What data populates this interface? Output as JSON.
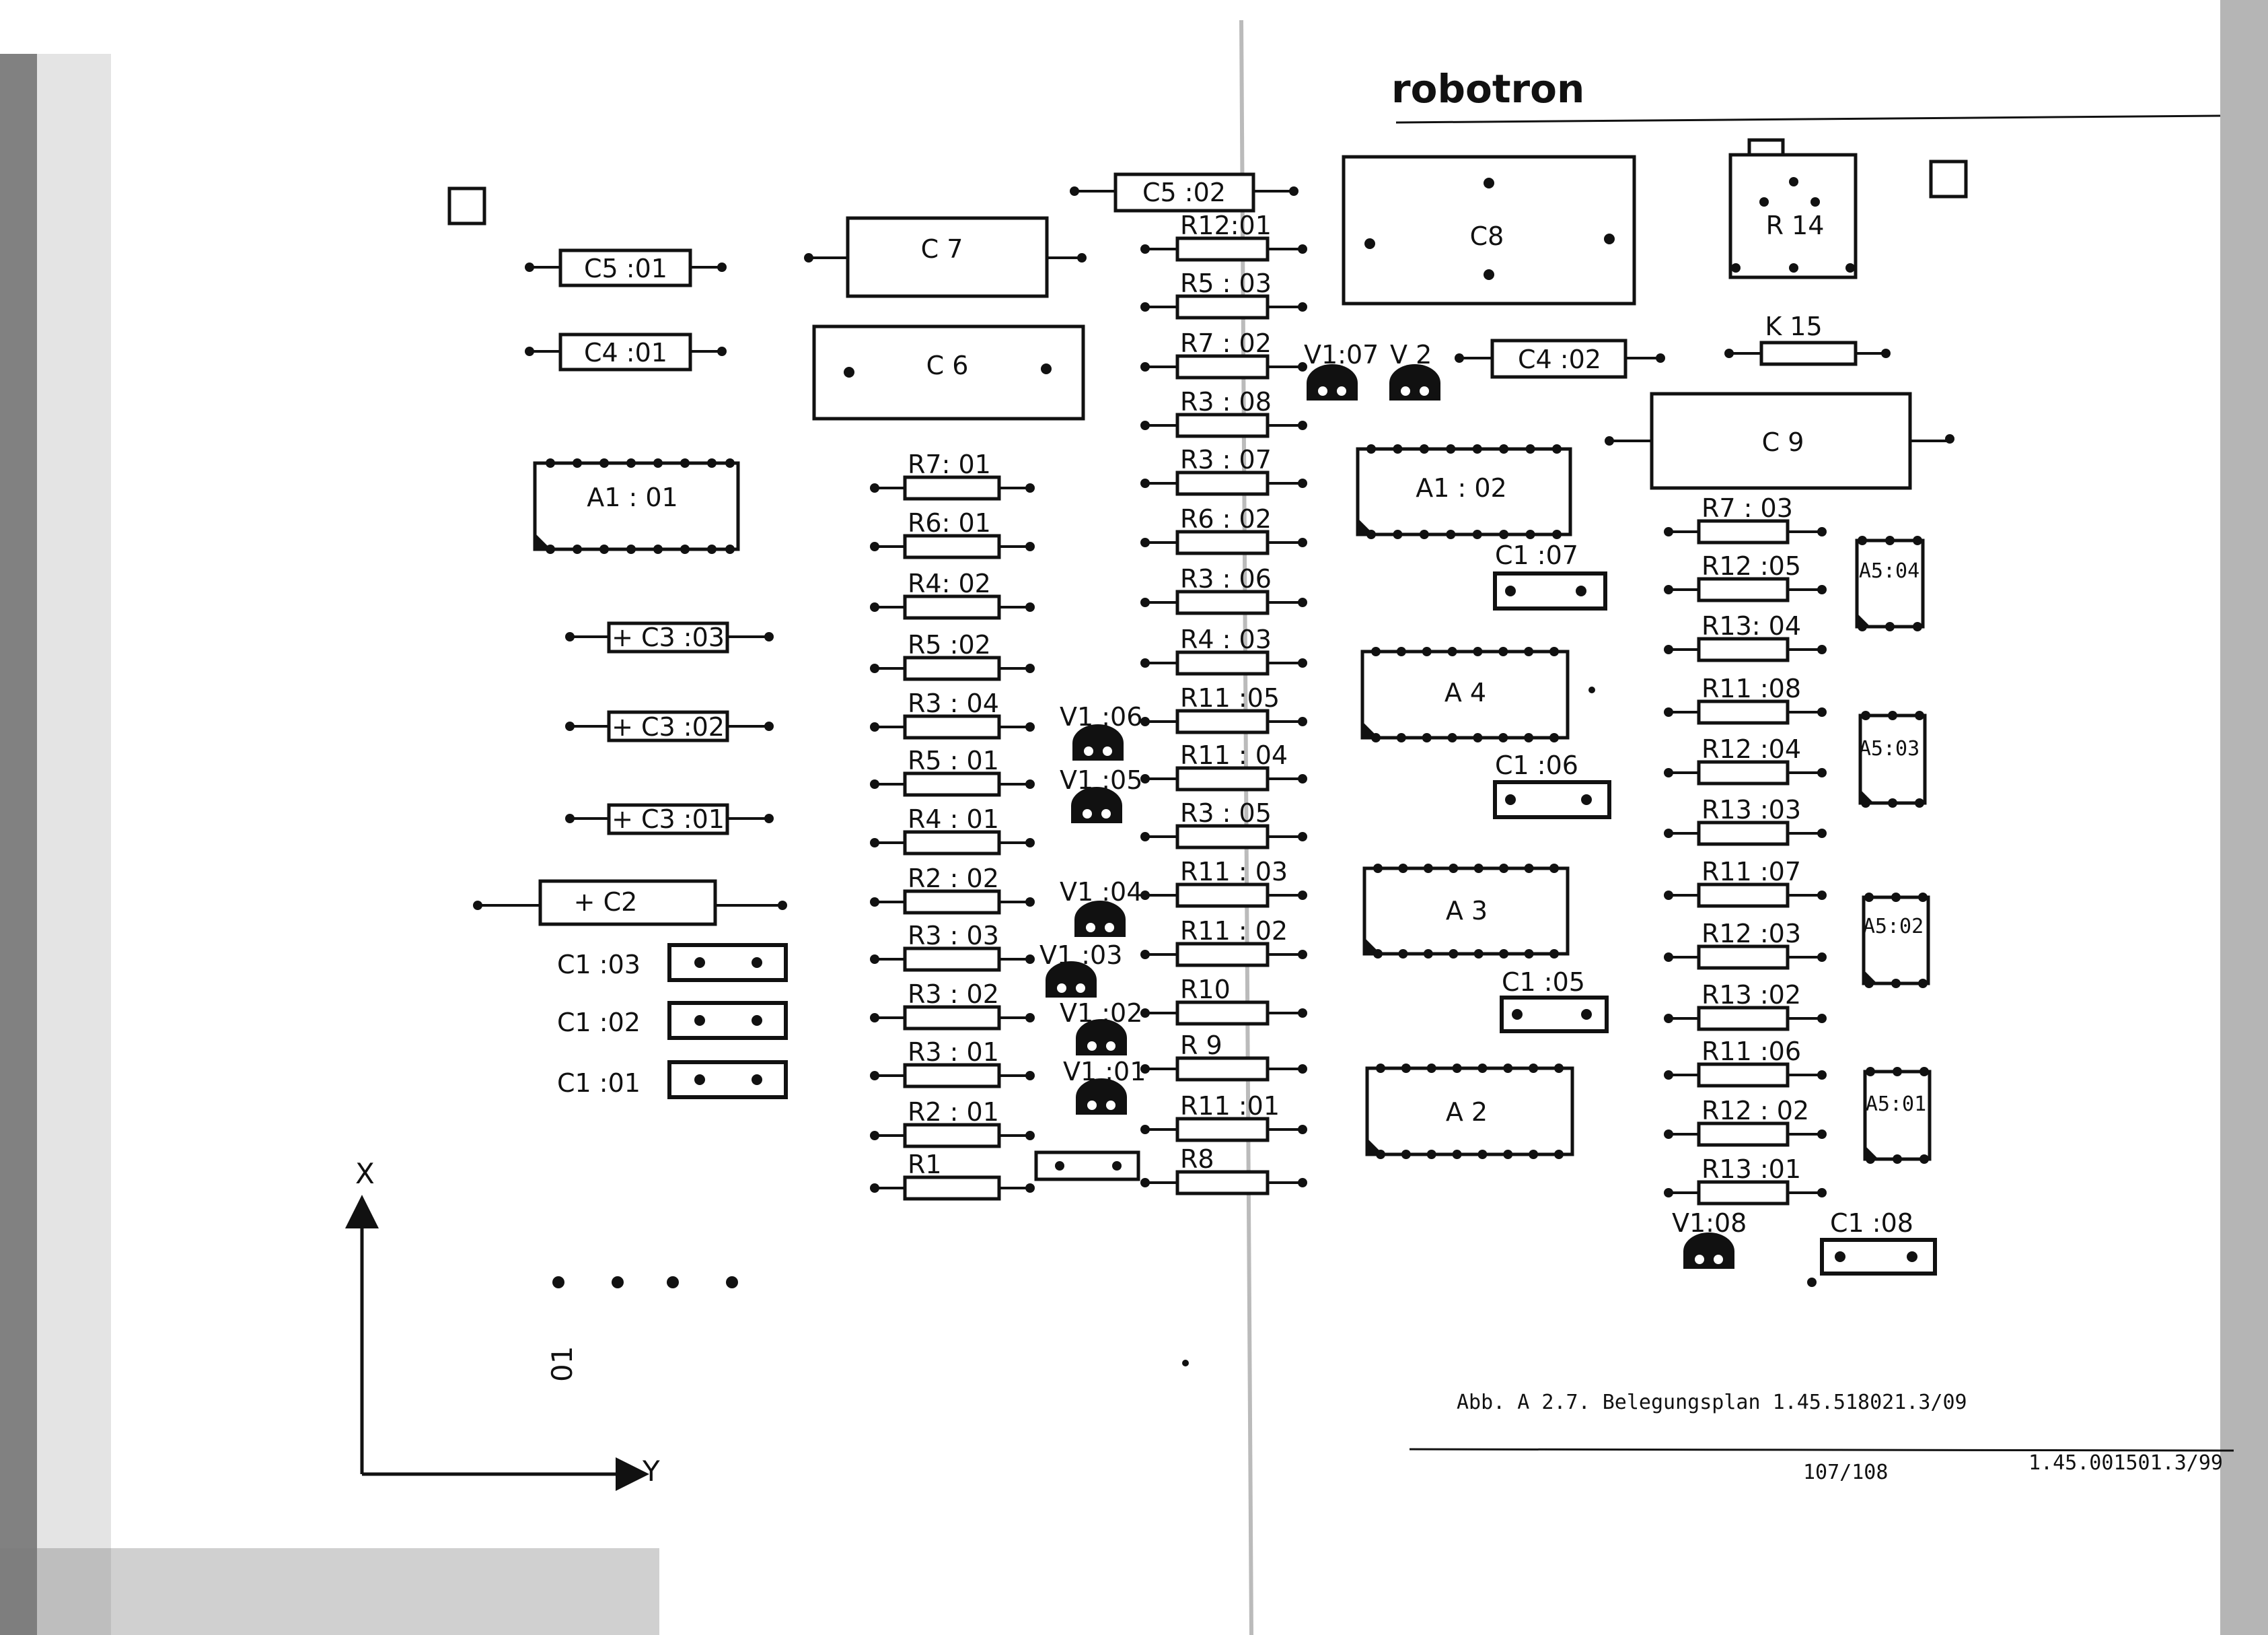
{
  "header": {
    "brand": "robotron"
  },
  "components": {
    "c5_01": "C5 :01",
    "c4_01": "C4 :01",
    "c7": "C 7",
    "c6": "C 6",
    "c5_02": "C5 :02",
    "c8": "C8",
    "r14": "R 14",
    "k15": "K 15",
    "v1_07": "V1:07",
    "v2": "V 2",
    "c4_02": "C4 :02",
    "c9": "C 9",
    "a1_01": "A1 : 01",
    "a1_02": "A1 : 02",
    "a4": "A 4",
    "a3": "A 3",
    "a2": "A 2",
    "a5_04": "A5:04",
    "a5_03": "A5:03",
    "a5_02": "A5:02",
    "a5_01": "A5:01",
    "c3_03": "+ C3 :03",
    "c3_02": "+ C3 :02",
    "c3_01": "+ C3 :01",
    "c2": "+  C2",
    "c1_03": "C1 :03",
    "c1_02": "C1 :02",
    "c1_01": "C1 :01",
    "c1_07": "C1 :07",
    "c1_06": "C1 :06",
    "c1_05": "C1 :05",
    "c1_08": "C1 :08",
    "v1_06": "V1 :06",
    "v1_05": "V1 :05",
    "v1_04": "V1 :04",
    "v1_03": "V1 :03",
    "v1_02": "V1 :02",
    "v1_01": "V1 :01",
    "v1_08": "V1:08",
    "mid_resistors": [
      "R7: 01",
      "R6: 01",
      "R4: 02",
      "R5 :02",
      "R3 : 04",
      "R5 : 01",
      "R4 : 01",
      "R2 : 02",
      "R3 : 03",
      "R3 : 02",
      "R3 : 01",
      "R2 : 01",
      "R1"
    ],
    "center_resistors": [
      "R12:01",
      "R5 : 03",
      "R7 : 02",
      "R3 : 08",
      "R3 : 07",
      "R6 : 02",
      "R3 : 06",
      "R4 : 03",
      "R11 :05",
      "R11 : 04",
      "R3 : 05",
      "R11 : 03",
      "R11 : 02",
      "R10",
      "R 9",
      "R11 :01",
      "R8"
    ],
    "right_resistors": [
      "R7 : 03",
      "R12 :05",
      "R13: 04",
      "R11 :08",
      "R12 :04",
      "R13 :03",
      "R11 :07",
      "R12 :03",
      "R13 :02",
      "R11 :06",
      "R12 : 02",
      "R13 :01"
    ]
  },
  "axes": {
    "x": "X",
    "y": "Y"
  },
  "margin_label": "01",
  "caption": "Abb. A 2.7.  Belegungsplan 1.45.518021.3/09",
  "page_number": "107/108",
  "doc_number": "1.45.001501.3/99"
}
